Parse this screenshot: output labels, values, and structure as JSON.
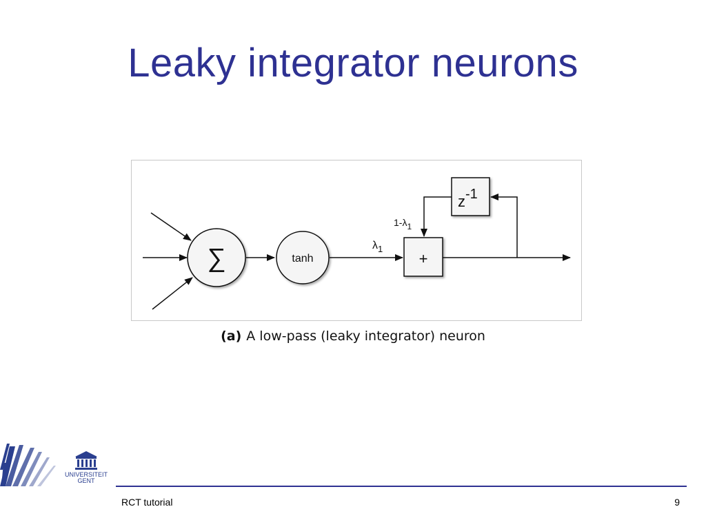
{
  "slide": {
    "title": "Leaky integrator neurons",
    "page_number": "9"
  },
  "figure": {
    "caption_tag": "(a)",
    "caption_text": "A low-pass (leaky integrator) neuron",
    "nodes": {
      "sum_symbol": "∑",
      "activation": "tanh",
      "adder": "+",
      "delay_base": "z",
      "delay_exponent": "-1"
    },
    "edge_labels": {
      "input_gain_symbol": "λ",
      "input_gain_subscript": "1",
      "feedback_gain_prefix": "1-λ",
      "feedback_gain_subscript": "1"
    }
  },
  "footer": {
    "left_text": "RCT tutorial"
  },
  "logo": {
    "line1": "UNIVERSITEIT",
    "line2": "GENT"
  },
  "colors": {
    "title": "#2e3192",
    "footer_rule": "#2e3192",
    "logo_blue": "#2a3f8f"
  }
}
